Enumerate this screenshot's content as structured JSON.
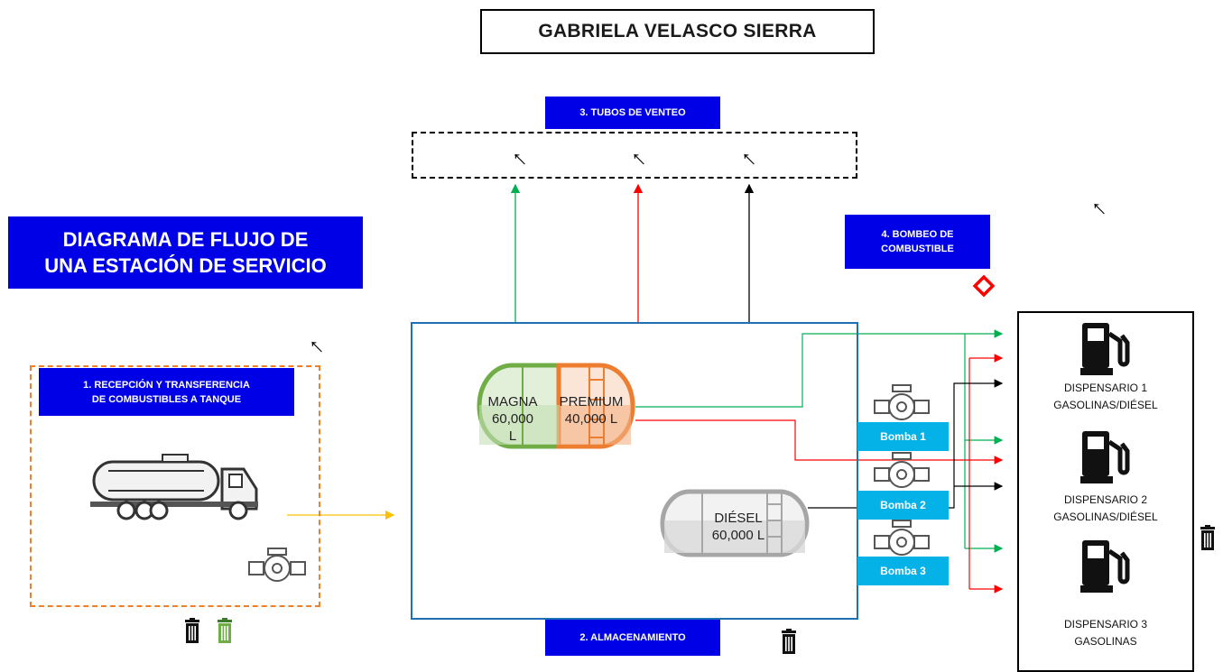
{
  "author": "GABRIELA VELASCO SIERRA",
  "title": {
    "line1": "DIAGRAMA DE FLUJO DE",
    "line2": "UNA ESTACIÓN DE SERVICIO"
  },
  "stages": {
    "reception": {
      "line1": "1. RECEPCIÓN Y TRANSFERENCIA",
      "line2": "DE COMBUSTIBLES A TANQUE"
    },
    "storage": "2. ALMACENAMIENTO",
    "vents": "3. TUBOS DE VENTEO",
    "pumping": {
      "line1": "4. BOMBEO DE",
      "line2": "COMBUSTIBLE"
    }
  },
  "tanks": {
    "magna": {
      "name": "MAGNA",
      "capacity": "60,000 L",
      "color": "#70ad47"
    },
    "premium": {
      "name": "PREMIUM",
      "capacity": "40,000 L",
      "color": "#ed7d31"
    },
    "diesel": {
      "name": "DIÉSEL",
      "capacity": "60,000 L",
      "color": "#a6a6a6"
    }
  },
  "pumps": [
    "Bomba 1",
    "Bomba 2",
    "Bomba 3"
  ],
  "dispensers": [
    {
      "line1": "DISPENSARIO 1",
      "line2": "GASOLINAS/DIÉSEL"
    },
    {
      "line1": "DISPENSARIO 2",
      "line2": "GASOLINAS/DIÉSEL"
    },
    {
      "line1": "DISPENSARIO 3",
      "line2": "GASOLINAS"
    }
  ],
  "colors": {
    "green_line": "#00b050",
    "red_line": "#ff0000",
    "black_line": "#000000",
    "transfer_line": "#ffc000",
    "stage_blue": "#0000e6",
    "pump_cyan": "#05b2e8"
  },
  "icons": [
    "tanker-truck-icon",
    "flow-meter-icon",
    "fuel-pump-icon",
    "trash-icon",
    "cursor-arrow-icon",
    "diamond-marker-icon"
  ]
}
